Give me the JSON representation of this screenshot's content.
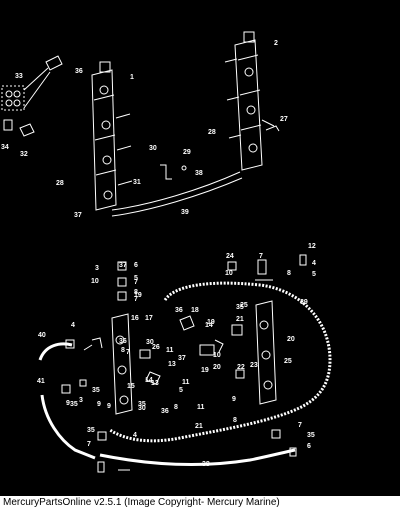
{
  "footer": {
    "caption": "MercuryPartsOnline v2.5.1 (Image Copyright- Mercury Marine)"
  },
  "callouts": {
    "upper": [
      "1",
      "2",
      "27",
      "28",
      "28",
      "29",
      "30",
      "31",
      "32",
      "33",
      "34",
      "36",
      "37",
      "38",
      "39"
    ],
    "lower": [
      "3",
      "4",
      "5",
      "6",
      "7",
      "8",
      "9",
      "10",
      "11",
      "12",
      "13",
      "14",
      "15",
      "16",
      "17",
      "18",
      "19",
      "20",
      "21",
      "22",
      "23",
      "24",
      "25",
      "26",
      "30",
      "35",
      "36",
      "37",
      "38",
      "39",
      "40",
      "41",
      "4",
      "5",
      "7",
      "8",
      "9",
      "10",
      "11",
      "13",
      "14",
      "19",
      "20",
      "21",
      "25",
      "30",
      "35",
      "36",
      "37",
      "7",
      "4",
      "3",
      "8",
      "5",
      "9",
      "11",
      "7",
      "35",
      "36",
      "9",
      "7",
      "35",
      "19",
      "35",
      "35",
      "6",
      "7",
      "8",
      "10",
      "8",
      "7",
      "7",
      "36",
      "7",
      "35"
    ]
  },
  "colors": {
    "background": "#000000",
    "line_art": "#ffffff",
    "footer_bg": "#ffffff",
    "footer_text": "#000000"
  }
}
